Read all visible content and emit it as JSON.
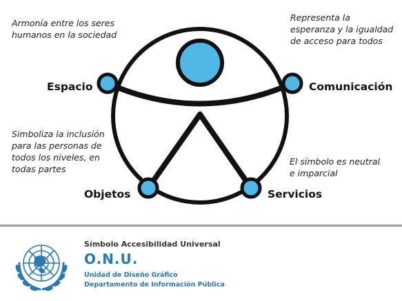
{
  "colors": {
    "node_fill": "#4fb8e6",
    "outline": "#111111",
    "footer_blue": "#2b79b3"
  },
  "notes": {
    "harmony": "Armonía entre los seres humanos en la sociedad",
    "hope": "Representa la esperanza y la igualdad de acceso para todos",
    "inclusion": "Simboliza la inclusión para las personas de todos los niveles, en todas partes",
    "neutral": "El símbolo es neutral e imparcial"
  },
  "nodes": {
    "left_hand": "Espacio",
    "right_hand": "Comunicación",
    "left_foot": "Objetos",
    "right_foot": "Servicios"
  },
  "footer": {
    "title": "Símbolo Accesibilidad Universal",
    "organization": "O.N.U.",
    "unit": "Unidad de Diseño Gráfico",
    "department": "Departamento de Información Pública",
    "emblem_icon": "un-emblem-icon"
  }
}
